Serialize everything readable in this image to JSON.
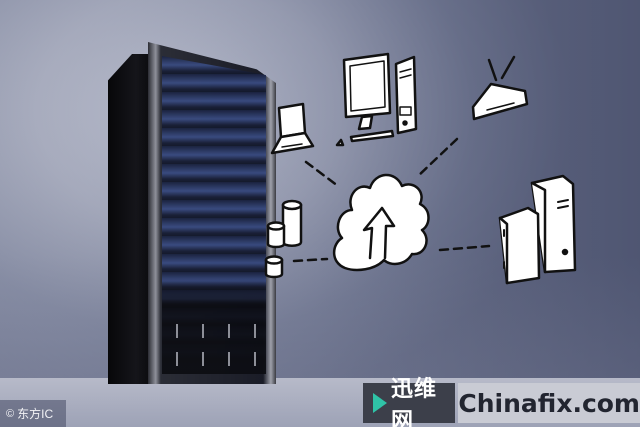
{
  "image": {
    "description": "Stock photo of a dark server rack with hand-drawn network icons (laptop, desktop PC, wireless router, cloud with upload arrow, database cylinders, book/storage binders) connected by dashed lines",
    "background_colors": [
      "#e6e8ef",
      "#9ea4b8",
      "#8f95ab"
    ]
  },
  "elements": {
    "server_rack": "server-rack",
    "icons": [
      "laptop",
      "desktop-computer",
      "wifi-router",
      "cloud-upload",
      "database",
      "storage-binders"
    ]
  },
  "watermarks": {
    "left": {
      "copyright_symbol": "©",
      "text": "东方IC"
    },
    "right": {
      "chinese": "迅维网",
      "english": "Chinafix.com",
      "accent_color": "#2fc3a7"
    }
  }
}
